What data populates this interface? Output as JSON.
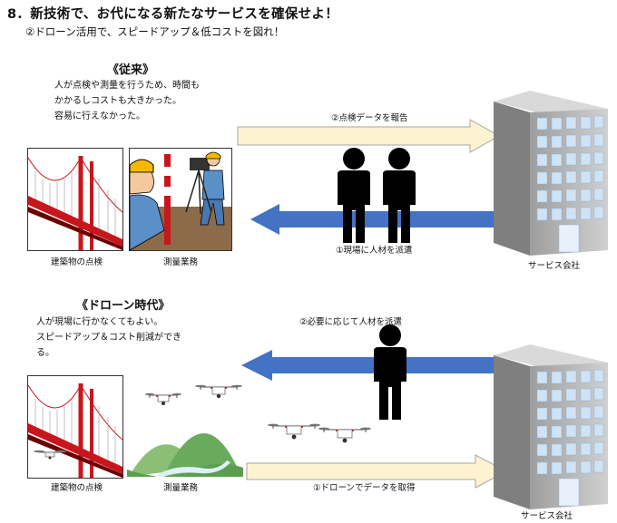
{
  "page": {
    "title": "8．新技術で、お代になる新たなサービスを確保せよ！",
    "subtitle": "②ドローン活用で、スピードアップ＆低コストを図れ！"
  },
  "conventional": {
    "heading": "《従来》",
    "description": "人が点検や測量を行うため、時間も\nかかるしコストも大きかった。\n容易に行えなかった。",
    "report_label": "②点検データを報告",
    "dispatch_label": "①現場に人材を派遣",
    "bridge_caption": "建築物の点検",
    "survey_caption": "測量業務",
    "company_caption": "サービス会社"
  },
  "drone_era": {
    "heading": "《ドローン時代》",
    "description": "人が現場に行かなくてもよい。\nスピードアップ＆コスト削減ができ\nる。",
    "dispatch_label": "②必要に応じて人材を派遣",
    "acquire_label": "①ドローンでデータを取得",
    "bridge_caption": "建築物の点検",
    "survey_caption": "測量業務",
    "company_caption": "サービス会社"
  },
  "colors": {
    "forward_arrow": "#fdf3d0",
    "return_arrow": "#4472c4",
    "bridge_red": "#c8161d",
    "building_gray": "#b7b7b7",
    "window_blue": "#cfe3f5"
  },
  "icons": [
    "bridge-icon",
    "surveyor-icon",
    "person-icon",
    "office-building-icon",
    "drone-icon",
    "hills-icon"
  ]
}
